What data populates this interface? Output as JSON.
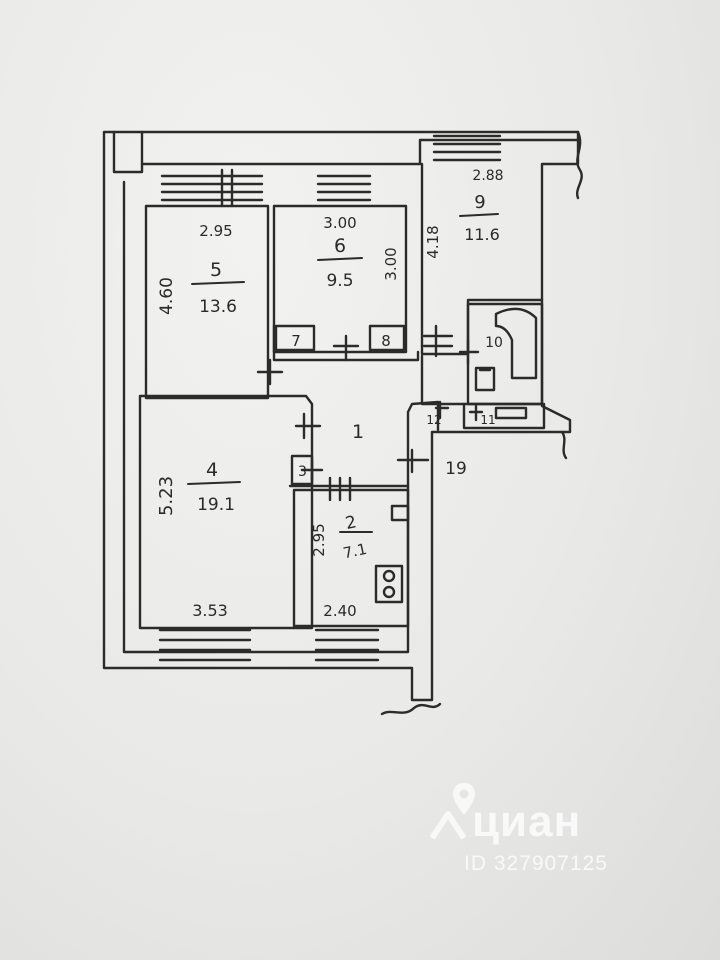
{
  "plan": {
    "rooms": [
      {
        "id": "1",
        "label": "1"
      },
      {
        "id": "2",
        "label": "2",
        "area": "7.1",
        "width": "2.40",
        "length": "2.95"
      },
      {
        "id": "3",
        "label": "3"
      },
      {
        "id": "4",
        "label": "4",
        "area": "19.1",
        "width": "3.53",
        "length": "5.23"
      },
      {
        "id": "5",
        "label": "5",
        "area": "13.6",
        "width": "2.95",
        "length": "4.60"
      },
      {
        "id": "6",
        "label": "6",
        "area": "9.5",
        "width": "3.00",
        "length": "3.00"
      },
      {
        "id": "7",
        "label": "7"
      },
      {
        "id": "8",
        "label": "8"
      },
      {
        "id": "9",
        "label": "9",
        "area": "11.6",
        "width": "2.88",
        "length": "4.18"
      },
      {
        "id": "10",
        "label": "10"
      },
      {
        "id": "11",
        "label": "11"
      },
      {
        "id": "12",
        "label": "12"
      }
    ],
    "other_marks": {
      "stair_mark": "19"
    }
  },
  "watermark": {
    "brand": "циан",
    "listing_id": "ID 327907125",
    "icon": "location-pin-icon"
  }
}
